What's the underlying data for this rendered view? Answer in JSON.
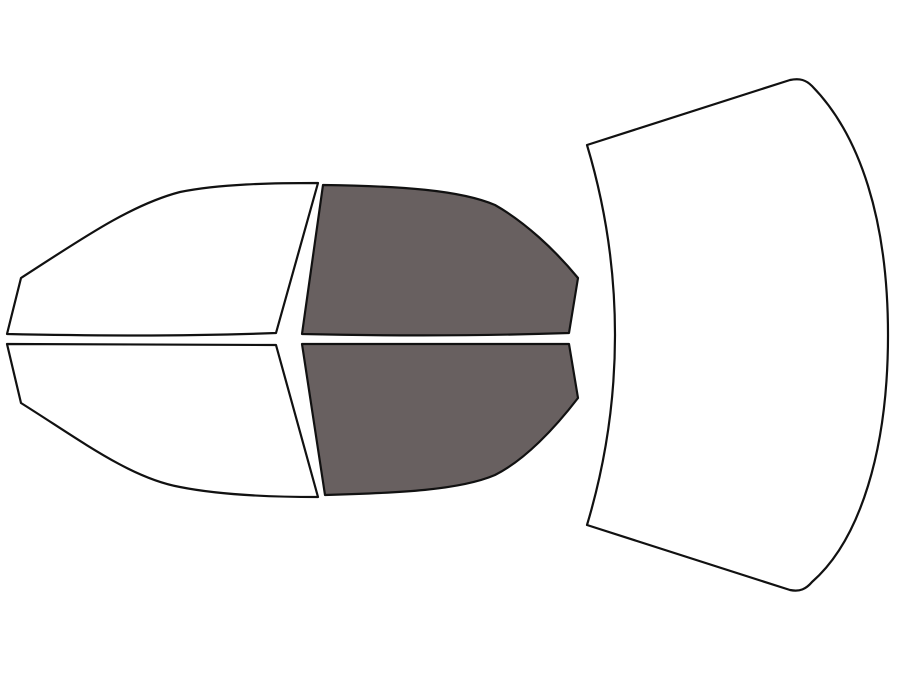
{
  "colors": {
    "background": "#ffffff",
    "outline": "#111111",
    "tinted": "#686060",
    "untinted": "#ffffff"
  },
  "panes": [
    {
      "name": "rear-door-window-top",
      "tinted": false
    },
    {
      "name": "rear-door-window-bottom",
      "tinted": false
    },
    {
      "name": "front-door-window-top",
      "tinted": true
    },
    {
      "name": "front-door-window-bottom",
      "tinted": true
    },
    {
      "name": "windshield",
      "tinted": false
    }
  ]
}
